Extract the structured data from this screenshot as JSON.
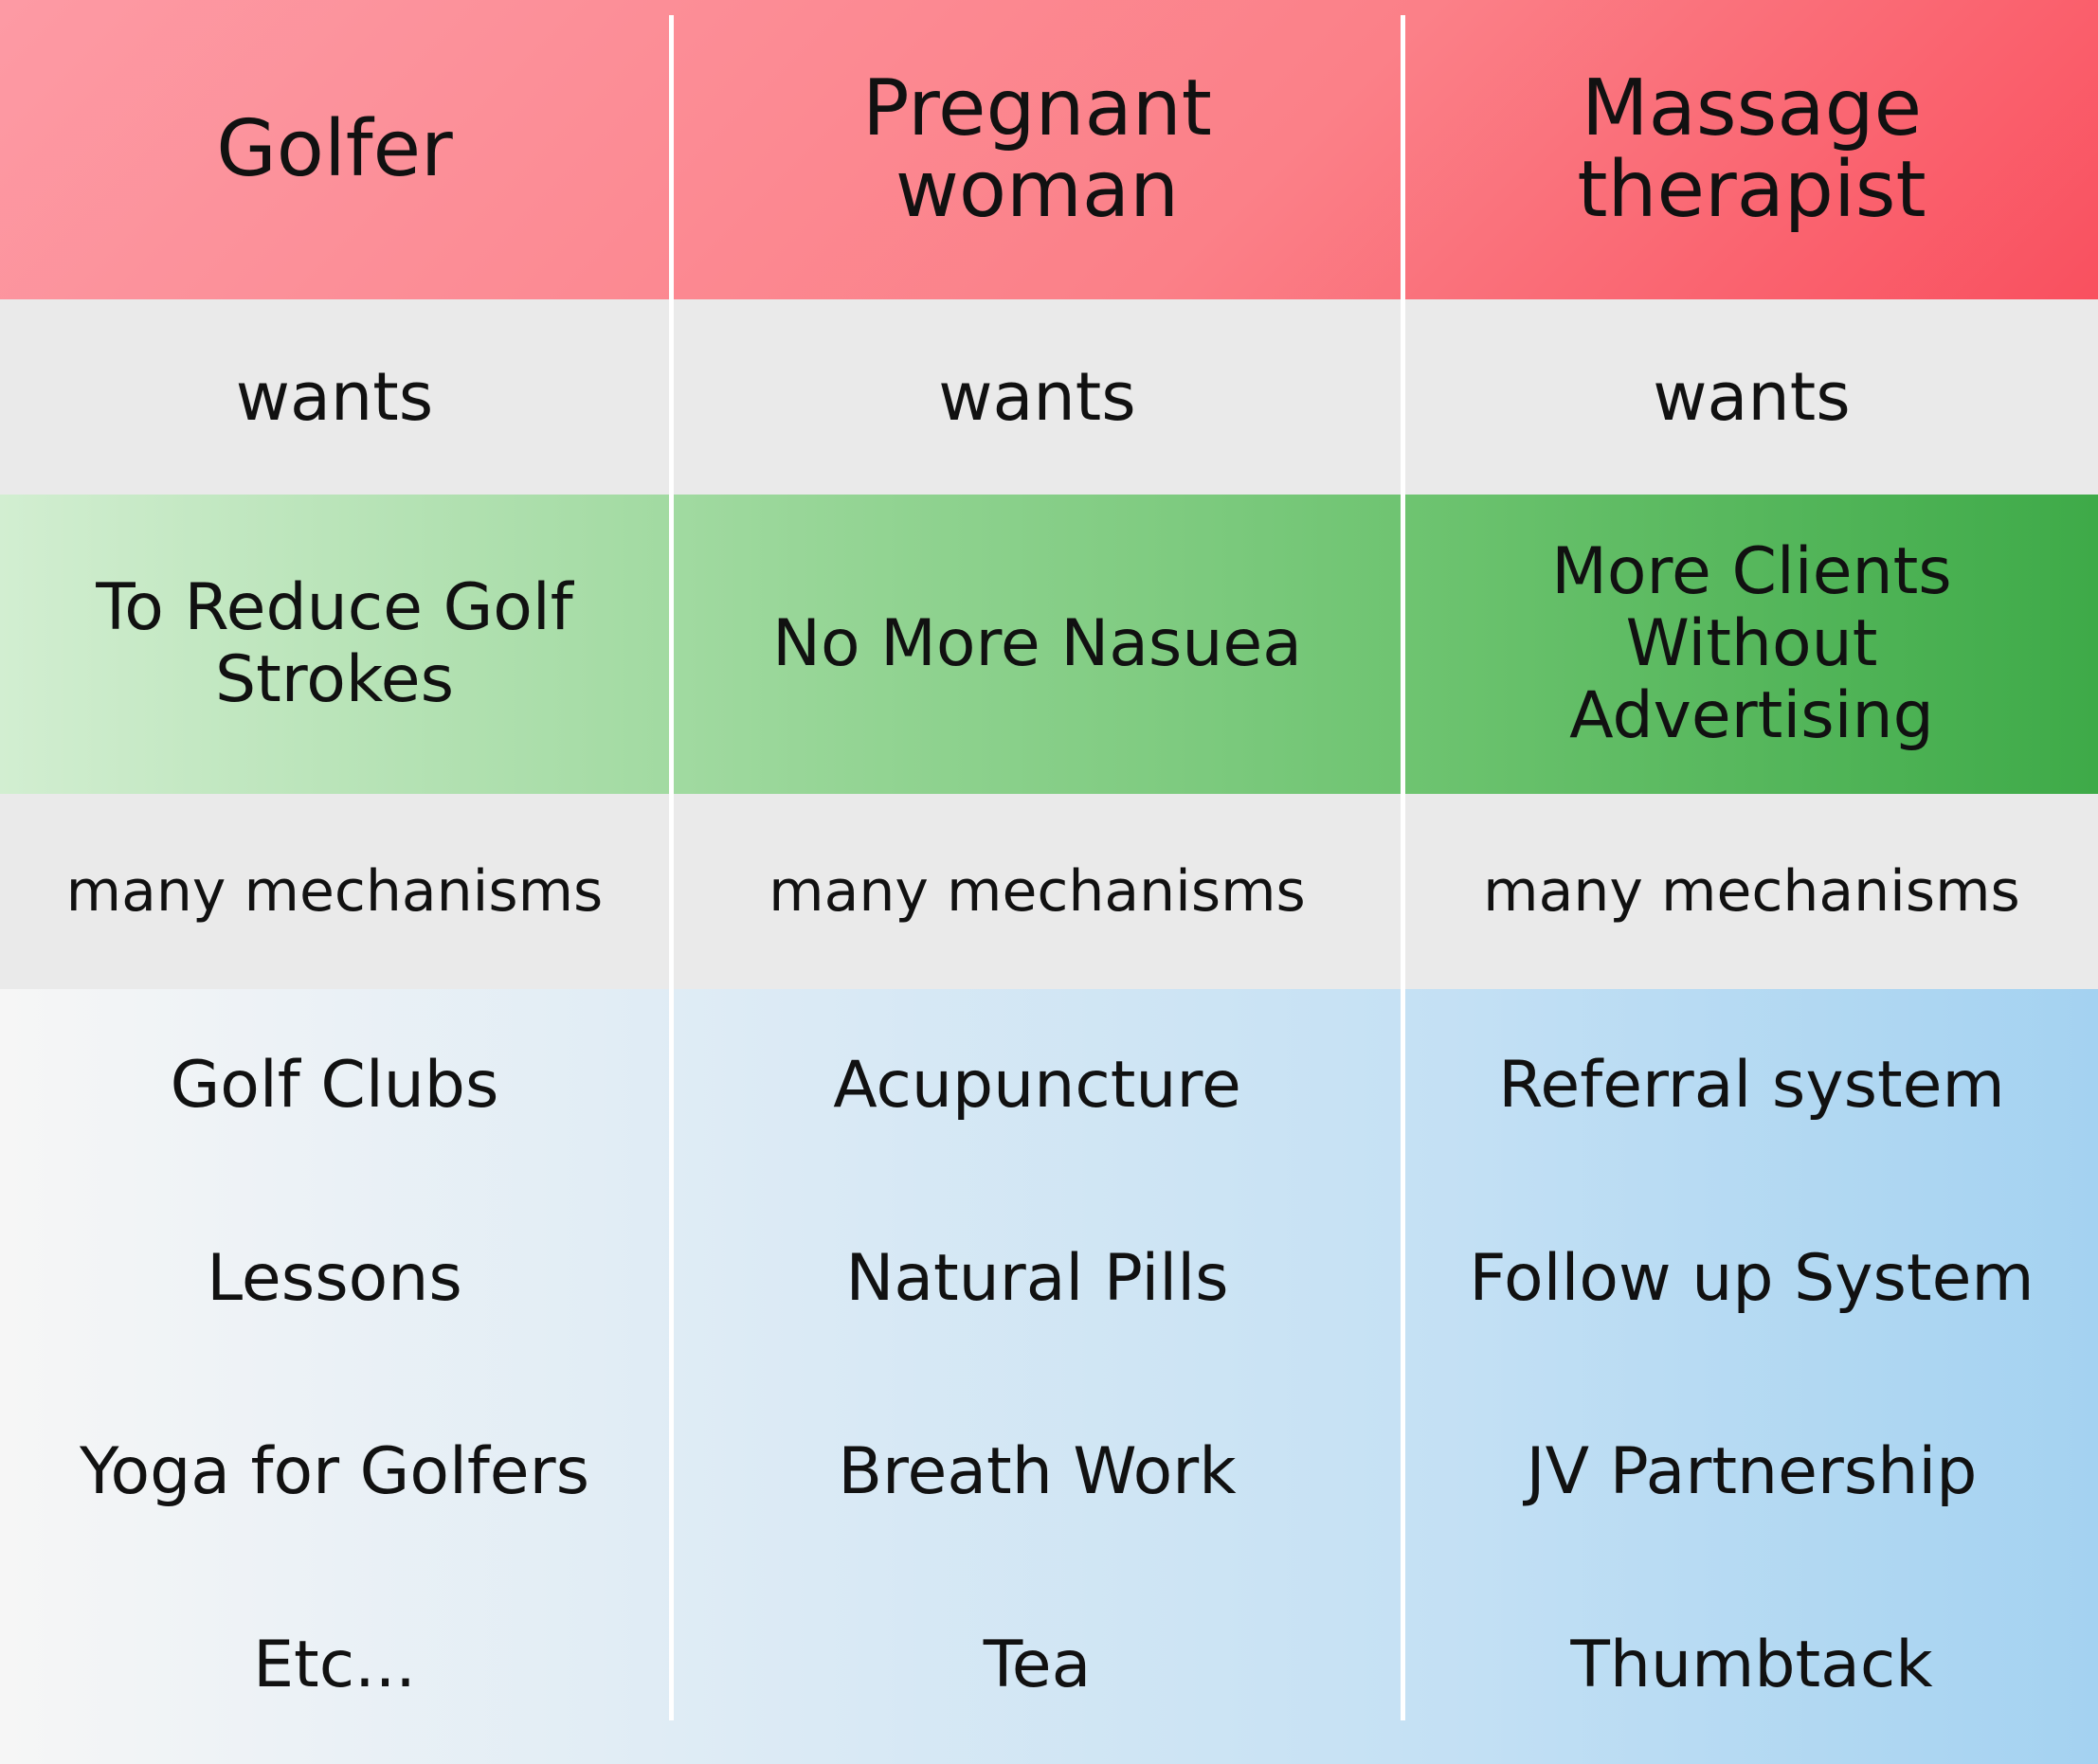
{
  "columns": [
    {
      "header": "Golfer",
      "wants": "wants",
      "goal": "To Reduce Golf\nStrokes",
      "mechanisms_label": "many mechanisms",
      "items": [
        "Golf Clubs",
        "Lessons",
        "Yoga for Golfers",
        "Etc..."
      ]
    },
    {
      "header": "Pregnant\nwoman",
      "wants": "wants",
      "goal": "No More Nasuea",
      "mechanisms_label": "many mechanisms",
      "items": [
        "Acupuncture",
        "Natural Pills",
        "Breath Work",
        "Tea"
      ]
    },
    {
      "header": "Massage\ntherapist",
      "wants": "wants",
      "goal": "More Clients\nWithout\nAdvertising",
      "mechanisms_label": "many mechanisms",
      "items": [
        "Referral system",
        "Follow up System",
        "JV Partnership",
        "Thumbtack"
      ]
    }
  ],
  "colors": {
    "header_gradient": [
      "#fd9aa4",
      "#f9505f"
    ],
    "wants_band": "#eaeaea",
    "goal_gradient": [
      "#d2eed1",
      "#3eaa48"
    ],
    "list_gradient": [
      "#f6f6f6",
      "#a4d2f1"
    ],
    "divider": "#ffffff",
    "text": "#111111"
  }
}
